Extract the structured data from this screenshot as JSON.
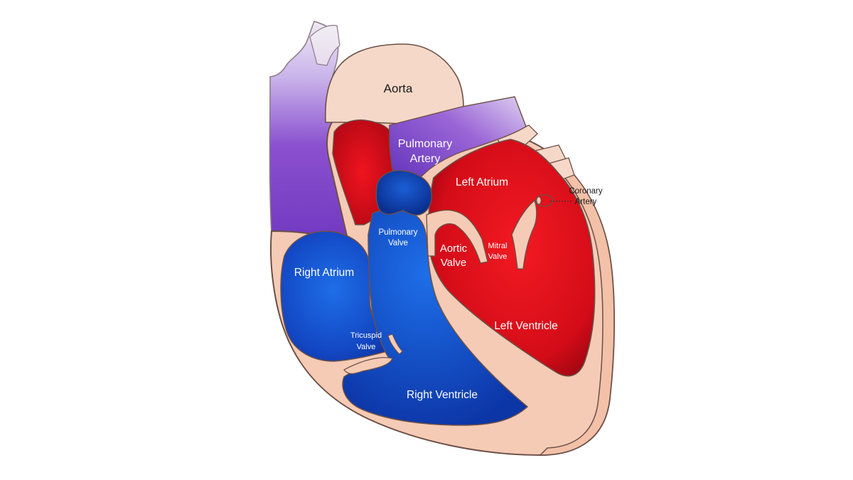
{
  "colors": {
    "background": "#ffffff",
    "tissue": "#f6cbb5",
    "tissue_outline": "#6b5048",
    "oxygenated": "#d60f1b",
    "deoxygenated": "#1450c8",
    "vessel_purple": "#7a3fc2",
    "coronary": "#e3121b"
  },
  "labels": {
    "aorta": "Aorta",
    "pulmonary_artery_line1": "Pulmonary",
    "pulmonary_artery_line2": "Artery",
    "left_atrium": "Left Atrium",
    "coronary_artery_line1": "Coronary",
    "coronary_artery_line2": "Artery",
    "pulmonary_valve_line1": "Pulmonary",
    "pulmonary_valve_line2": "Valve",
    "aortic_valve_line1": "Aortic",
    "aortic_valve_line2": "Valve",
    "mitral_valve_line1": "Mitral",
    "mitral_valve_line2": "Valve",
    "right_atrium": "Right Atrium",
    "tricuspid_valve_line1": "Tricuspid",
    "tricuspid_valve_line2": "Valve",
    "left_ventricle": "Left Ventricle",
    "right_ventricle": "Right Ventricle"
  }
}
